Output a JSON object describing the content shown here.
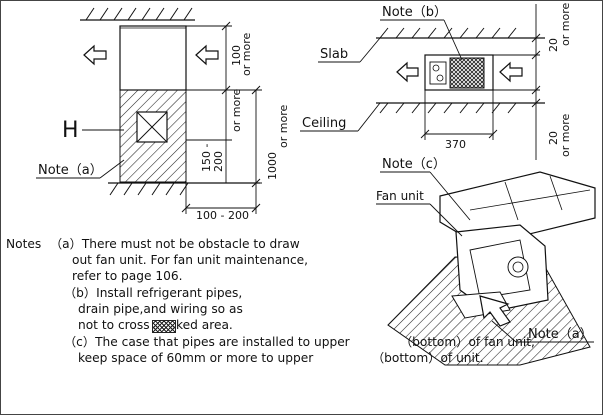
{
  "labels": {
    "note_b": "Note（b）",
    "slab": "Slab",
    "ceiling": "Ceiling",
    "h": "H",
    "note_a_left": "Note（a）",
    "note_c": "Note（c）",
    "fan_unit": "Fan unit",
    "note_a_right": "Note（a）"
  },
  "dimensions": {
    "d100": "100",
    "or_more": "or more",
    "d150_200_a": "150 -",
    "d150_200_b": "200",
    "d1000": "1000",
    "d100_200": "100 - 200",
    "d20_top": "20",
    "d20_bottom": "20",
    "d370": "370"
  },
  "notes": {
    "title": "Notes",
    "a_line1": "（a）There must not be obstacle to draw",
    "a_line2": "out fan unit. For fan unit maintenance,",
    "a_line3": "refer to page 106.",
    "b_line1": "（b）Install refrigerant pipes,",
    "b_line2": "drain pipe,and wiring so as",
    "b_line3a": "not to cross",
    "b_line3b": "ked area.",
    "c_line1": "（c）The case that pipes are installed to upper",
    "c_line1b": "（bottom）of fan unit,",
    "c_line2": "keep space of 60mm or more to upper",
    "c_line2b": "（bottom）of unit."
  }
}
